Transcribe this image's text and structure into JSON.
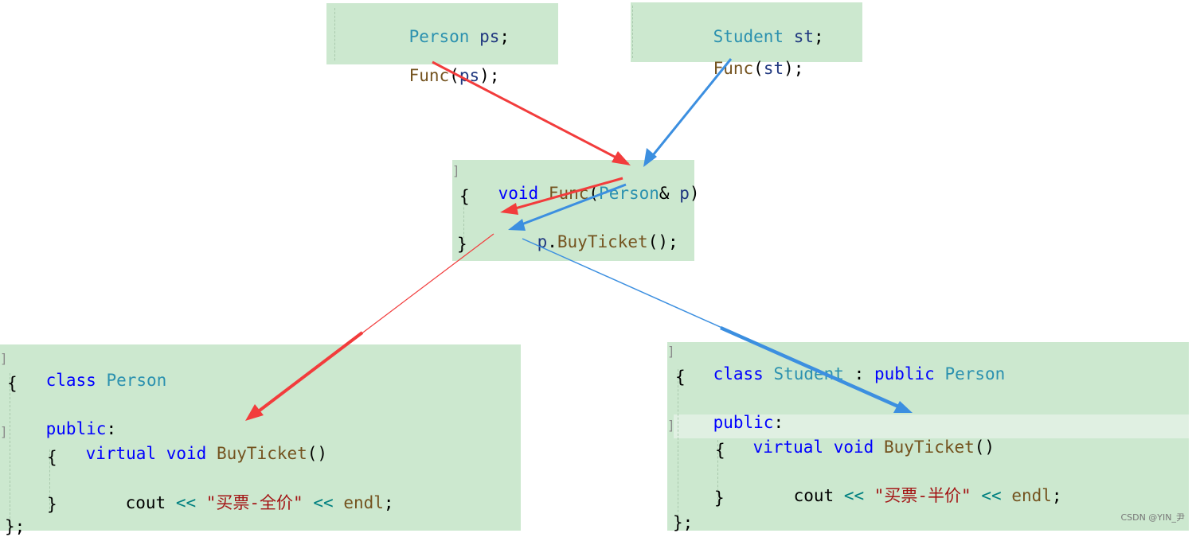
{
  "snippets": {
    "person_call": {
      "decl": [
        "Person",
        " ",
        "ps",
        ";"
      ],
      "call": [
        "Func",
        "(",
        "ps",
        ");"
      ]
    },
    "student_call": {
      "decl": [
        "Student",
        " ",
        "st",
        ";"
      ],
      "call": [
        "Func",
        "(",
        "st",
        ");"
      ]
    },
    "func_def": {
      "l1": [
        "void",
        " ",
        "Func",
        "(",
        "Person",
        "&",
        " ",
        "p",
        ")"
      ],
      "l2": "{",
      "l3": [
        "p",
        ".",
        "BuyTicket",
        "();"
      ],
      "l4": "}"
    },
    "person_class": {
      "l1": [
        "class",
        " ",
        "Person"
      ],
      "l2": "{",
      "l3": [
        "public",
        ":"
      ],
      "l4": [
        "virtual",
        " ",
        "void",
        " ",
        "BuyTicket",
        "()"
      ],
      "l5": "{",
      "l6": [
        "cout",
        " ",
        "<<",
        " ",
        "\"买票-全价\"",
        " ",
        "<<",
        " ",
        "endl",
        ";"
      ],
      "l7": "}",
      "l8": "};"
    },
    "student_class": {
      "l1": [
        "class",
        " ",
        "Student",
        " ",
        ":",
        " ",
        "public",
        " ",
        "Person"
      ],
      "l2": "{",
      "l3": [
        "public",
        ":"
      ],
      "l4": [
        "virtual",
        " ",
        "void",
        " ",
        "BuyTicket",
        "()"
      ],
      "l5": "{",
      "l6": [
        "cout",
        " ",
        "<<",
        " ",
        "\"买票-半价\"",
        " ",
        "<<",
        " ",
        "endl",
        ";"
      ],
      "l7": "}",
      "l8": "};"
    }
  },
  "watermark": "CSDN @YIN_尹",
  "colors": {
    "code_bg": "#cce8cf",
    "person_arrow": "#f23c3c",
    "student_arrow": "#3c8fe0",
    "keyword": "#0000ff",
    "type": "#2b91af",
    "function": "#74531f",
    "string": "#a31515"
  }
}
